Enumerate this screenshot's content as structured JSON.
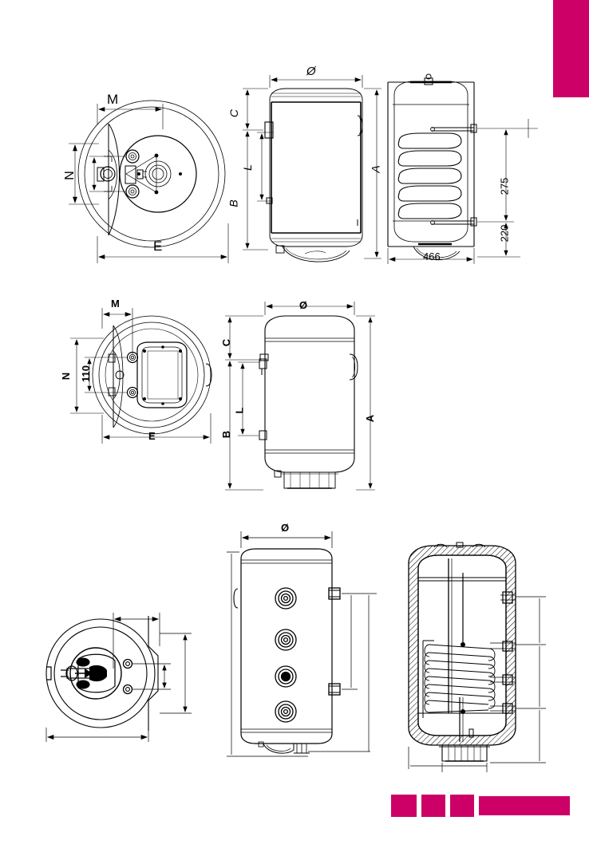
{
  "document": {
    "type": "technical-drawing",
    "subject": "water heater / hot water storage tank dimensional drawings",
    "background_color": "#ffffff",
    "line_color": "#000000",
    "accent_color": "#cc0066"
  },
  "rows": [
    {
      "id": "row-1",
      "views": [
        {
          "id": "row1-flange-view",
          "name": "horizontal tank end / flange view",
          "labels": [
            {
              "text": "M",
              "orientation": "horizontal",
              "style": "plain"
            },
            {
              "text": "N",
              "orientation": "vertical",
              "style": "plain"
            },
            {
              "text": "E",
              "orientation": "horizontal",
              "style": "plain"
            }
          ]
        },
        {
          "id": "row1-side-view",
          "name": "horizontal tank side elevation",
          "labels": [
            {
              "text": "Ø",
              "orientation": "horizontal",
              "style": "italic"
            },
            {
              "text": "C",
              "orientation": "vertical",
              "style": "italic"
            },
            {
              "text": "L",
              "orientation": "vertical",
              "style": "italic"
            },
            {
              "text": "B",
              "orientation": "vertical",
              "style": "italic"
            },
            {
              "text": "A",
              "orientation": "vertical",
              "style": "italic"
            }
          ]
        },
        {
          "id": "row1-coil-view",
          "name": "horizontal tank front view with heat exchanger coil",
          "labels": [
            {
              "text": "275",
              "orientation": "vertical",
              "style": "plain"
            },
            {
              "text": "220",
              "orientation": "vertical",
              "style": "plain"
            },
            {
              "text": "466",
              "orientation": "horizontal",
              "style": "plain"
            }
          ]
        }
      ]
    },
    {
      "id": "row-2",
      "views": [
        {
          "id": "row2-flange-view",
          "name": "vertical tank end / flange view",
          "labels": [
            {
              "text": "M",
              "orientation": "horizontal",
              "style": "bold"
            },
            {
              "text": "N",
              "orientation": "vertical",
              "style": "bold"
            },
            {
              "text": "110",
              "orientation": "vertical",
              "style": "bold"
            },
            {
              "text": "E",
              "orientation": "horizontal",
              "style": "bold"
            }
          ]
        },
        {
          "id": "row2-side-view",
          "name": "vertical tank side elevation",
          "labels": [
            {
              "text": "Ø",
              "orientation": "horizontal",
              "style": "bold"
            },
            {
              "text": "C",
              "orientation": "vertical",
              "style": "bold"
            },
            {
              "text": "L",
              "orientation": "vertical",
              "style": "bold"
            },
            {
              "text": "B",
              "orientation": "vertical",
              "style": "bold"
            },
            {
              "text": "A",
              "orientation": "vertical",
              "style": "bold"
            }
          ]
        }
      ]
    },
    {
      "id": "row-3",
      "views": [
        {
          "id": "row3-top-view",
          "name": "vertical tank top / plan view",
          "labels": []
        },
        {
          "id": "row3-front-view",
          "name": "vertical tank front elevation with four ports",
          "labels": [
            {
              "text": "Ø",
              "orientation": "horizontal",
              "style": "bold"
            }
          ]
        },
        {
          "id": "row3-section-view",
          "name": "vertical tank cutaway section with coil and insulation",
          "labels": []
        }
      ]
    }
  ],
  "decor": {
    "top_bar": {
      "name": "page-accent-bar",
      "color": "#cc0066"
    },
    "footer_swatches": [
      {
        "name": "swatch-1",
        "color": "#cc0066"
      },
      {
        "name": "swatch-2",
        "color": "#cc0066"
      },
      {
        "name": "swatch-3",
        "color": "#cc0066"
      },
      {
        "name": "swatch-wide",
        "color": "#cc0066"
      }
    ]
  }
}
